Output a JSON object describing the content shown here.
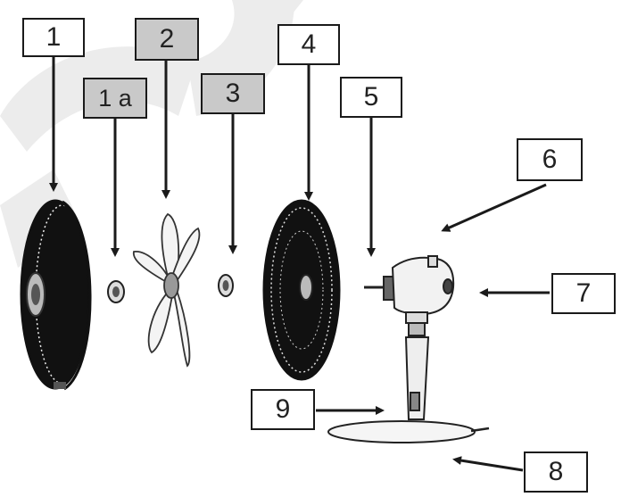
{
  "labels": {
    "l1": "1",
    "l1a": "1 a",
    "l2": "2",
    "l3": "3",
    "l4": "4",
    "l5": "5",
    "l6": "6",
    "l7": "7",
    "l8": "8",
    "l9": "9"
  },
  "colors": {
    "ink": "#1a1a1a",
    "watermark": "#e9e9e9",
    "label_gray": "#c9c9c9"
  }
}
